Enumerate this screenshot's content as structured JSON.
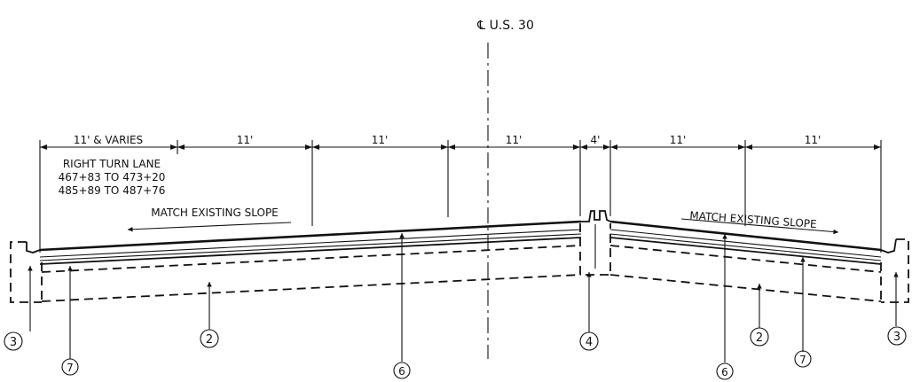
{
  "centerline_label": "℄ U.S. 30",
  "dimensions": [
    "11' & VARIES",
    "11'",
    "11'",
    "11'",
    "4'",
    "11'",
    "11'"
  ],
  "turn_lane": {
    "title": "RIGHT TURN LANE",
    "range1": "467+83  TO  473+20",
    "range2": "485+89  TO  487+76"
  },
  "slope_labels": {
    "left": "MATCH EXISTING SLOPE",
    "right": "MATCH EXISTING SLOPE"
  },
  "callouts": [
    "3",
    "7",
    "2",
    "6",
    "4",
    "6",
    "2",
    "7",
    "3"
  ]
}
